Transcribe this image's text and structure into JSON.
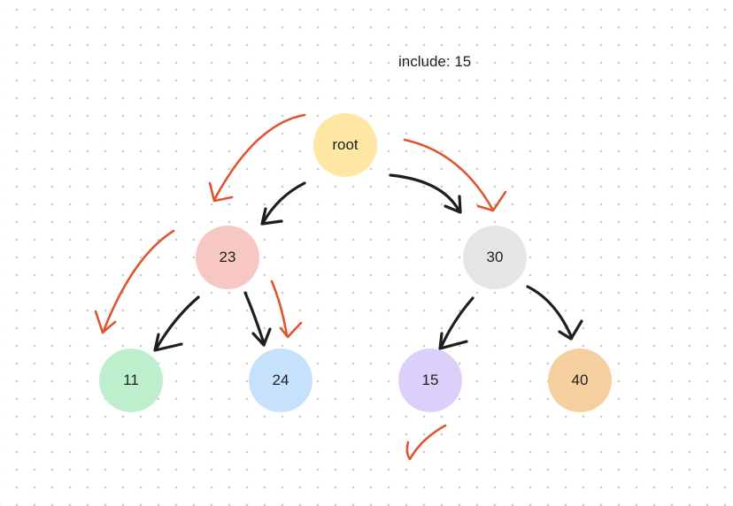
{
  "caption": "include: 15",
  "nodes": {
    "root": {
      "label": "root",
      "color": "#fde7a3"
    },
    "n23": {
      "label": "23",
      "color": "#f6c7c3"
    },
    "n30": {
      "label": "30",
      "color": "#e5e5e5"
    },
    "n11": {
      "label": "11",
      "color": "#bdefcc"
    },
    "n24": {
      "label": "24",
      "color": "#c6e1fb"
    },
    "n15": {
      "label": "15",
      "color": "#dcd0fa"
    },
    "n40": {
      "label": "40",
      "color": "#f6cf9e"
    }
  },
  "colors": {
    "edge": "#1e1e1e",
    "trace": "#e0552f"
  },
  "icons": {
    "found_mark": "checkmark-icon"
  }
}
